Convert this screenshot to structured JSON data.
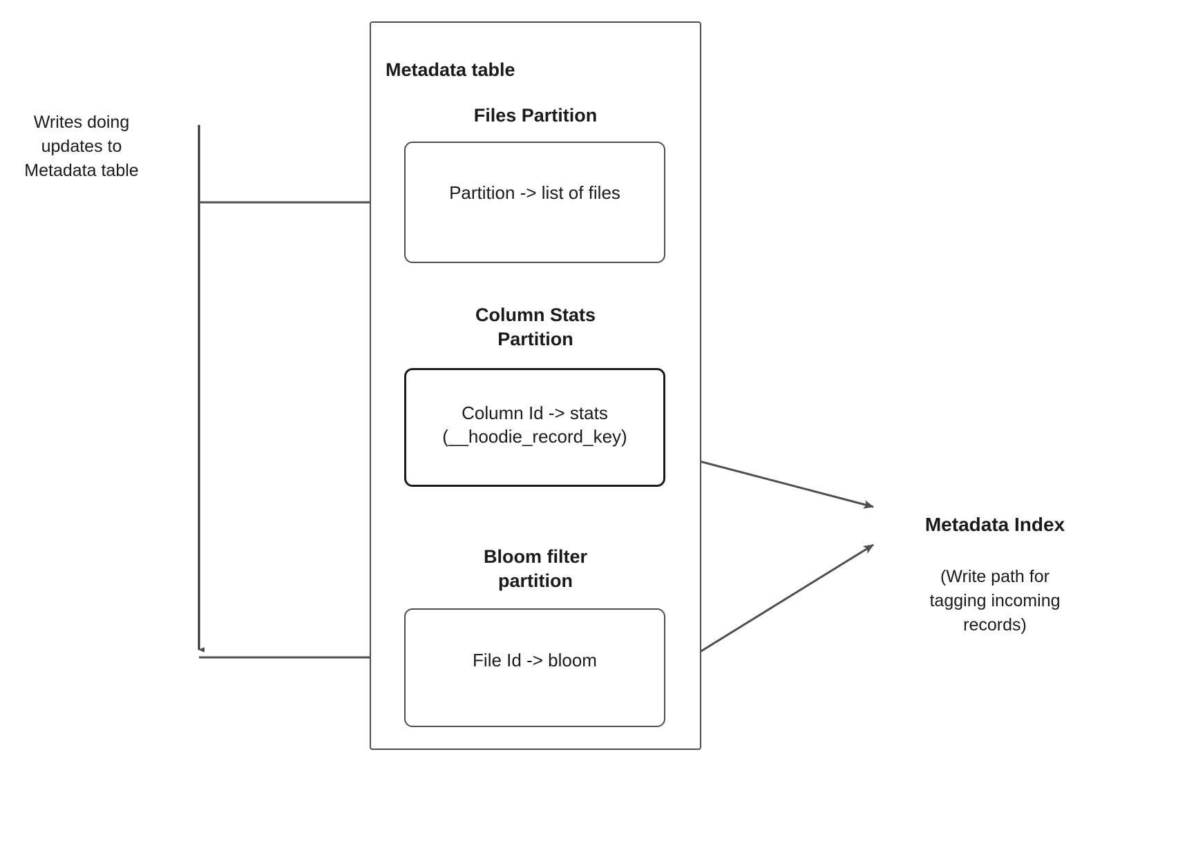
{
  "diagram": {
    "title_outer": "Metadata table",
    "left_label": "Writes doing\nupdates to\nMetadata table",
    "right_label_title": "Metadata Index",
    "right_label_sub": "(Write path for\ntagging incoming\nrecords)",
    "partitions": [
      {
        "heading": "Files Partition",
        "box_text": "Partition -> list of files"
      },
      {
        "heading": "Column Stats\nPartition",
        "box_text": "Column Id  -> stats\n(__hoodie_record_key)"
      },
      {
        "heading": "Bloom filter\npartition",
        "box_text": "File Id -> bloom"
      }
    ],
    "colors": {
      "stroke": "#4d4d4d",
      "stroke_dark": "#1a1a1a",
      "text": "#1a1a1a",
      "background": "#ffffff"
    }
  }
}
